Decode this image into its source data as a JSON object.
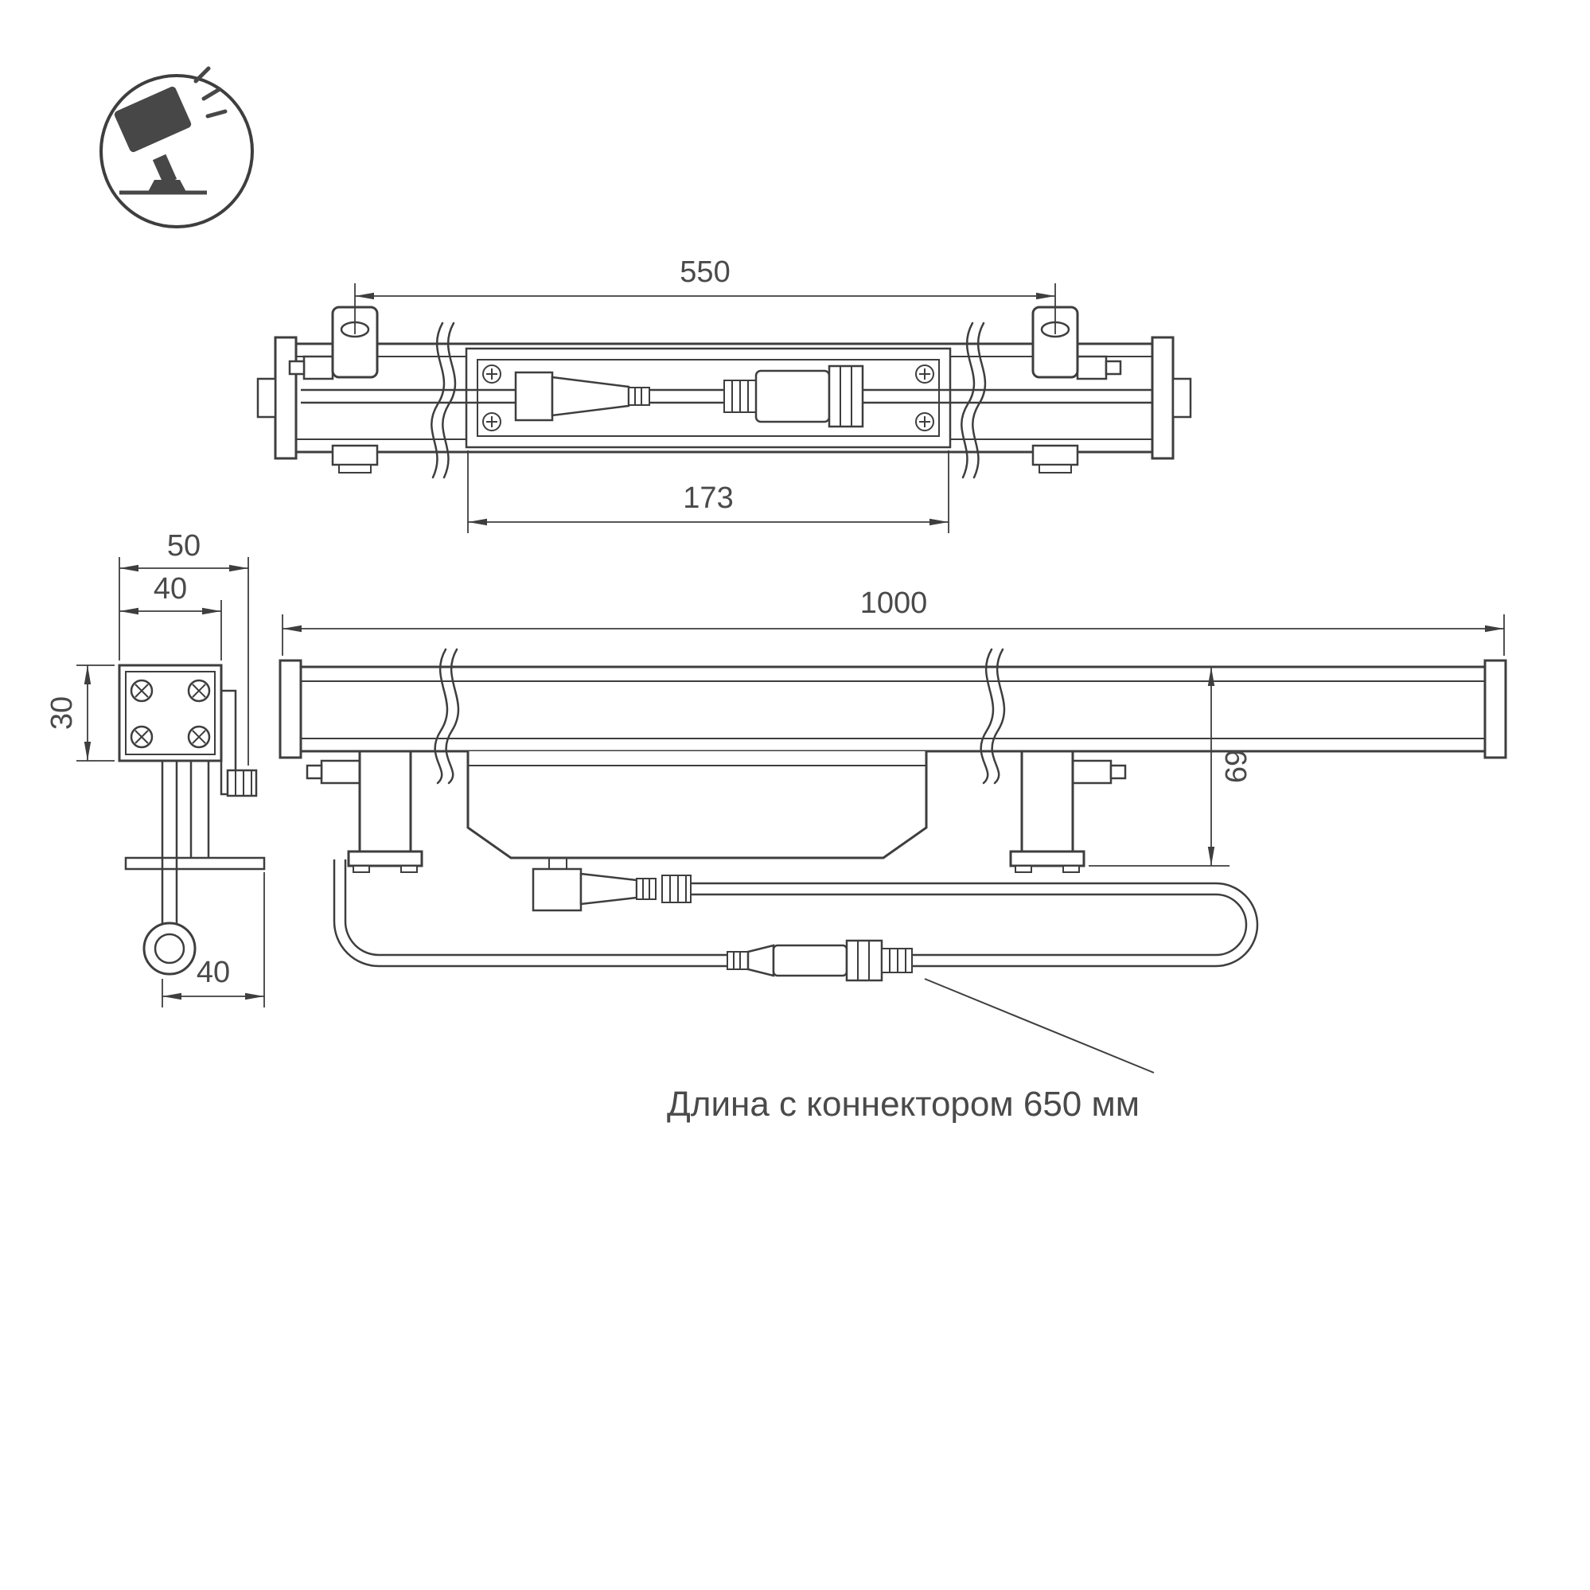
{
  "icon": {
    "name": "floodlight-icon"
  },
  "top_view": {
    "dim_550": "550",
    "dim_173": "173"
  },
  "side_view": {
    "dim_50": "50",
    "dim_40_top": "40",
    "dim_30": "30",
    "dim_40_bottom": "40"
  },
  "front_view": {
    "dim_1000": "1000",
    "dim_69": "69"
  },
  "note": {
    "connector_length": "Длина с коннектором 650 мм"
  },
  "colors": {
    "line": "#3e3e3e",
    "text": "#4a4a4a",
    "icon_fill": "#474747",
    "background": "#ffffff"
  }
}
